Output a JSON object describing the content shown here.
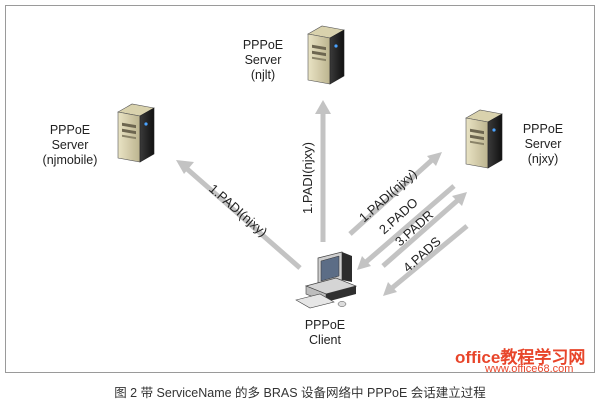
{
  "servers": {
    "njmobile": {
      "line1": "PPPoE",
      "line2": "Server",
      "line3": "(njmobile)"
    },
    "njlt": {
      "line1": "PPPoE",
      "line2": "Server",
      "line3": "(njlt)"
    },
    "njxy": {
      "line1": "PPPoE",
      "line2": "Server",
      "line3": "(njxy)"
    }
  },
  "client": {
    "line1": "PPPoE",
    "line2": "Client"
  },
  "arrows": {
    "to_njmobile": "1.PADI(njxy)",
    "to_njlt": "1.PADI(njxy)",
    "padi": "1.PADI(njxy)",
    "pado": "2.PADO",
    "padr": "3.PADR",
    "pads": "4.PADS"
  },
  "caption": "图 2  带 ServiceName 的多 BRAS 设备网络中 PPPoE 会话建立过程",
  "watermark": {
    "line1": "office教程学习网",
    "line2": "www.office68.com"
  }
}
